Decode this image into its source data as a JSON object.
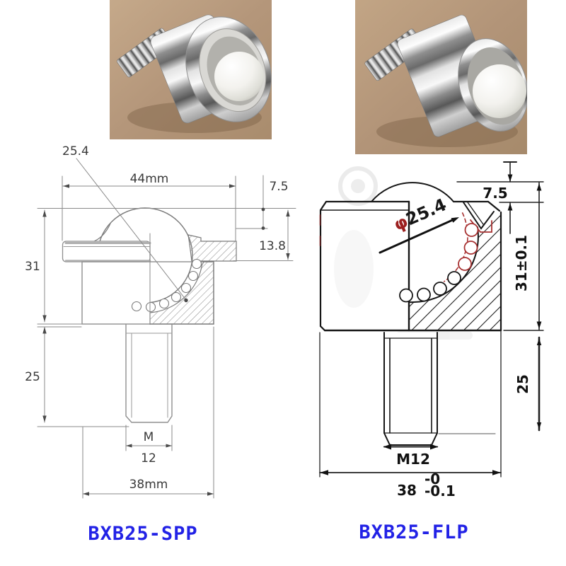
{
  "spp": {
    "model": "BXB25-SPP",
    "dims": {
      "ball_diameter": "25.4",
      "overall_width": "44mm",
      "ball_protrusion": "7.5",
      "flange_height": "13.8",
      "body_height": "31",
      "thread_length": "25",
      "thread_prefix": "M",
      "thread_diameter": "12",
      "body_width": "38mm"
    }
  },
  "flp": {
    "model": "BXB25-FLP",
    "dims": {
      "ball_protrusion": "7.5",
      "phi": "φ",
      "ball_diameter": "25.4",
      "overall_height": "31±0.1",
      "thread_length": "25",
      "thread_spec": "M12",
      "body_width": "38",
      "tol_upper": "-0",
      "tol_lower": "-0.1"
    }
  },
  "colors": {
    "label_blue": "#2222e6",
    "line_gray": "#8a8a8a",
    "line_dark": "#161616",
    "accent_red": "#a83232",
    "photo_background": "#b69878",
    "ball_white": "#f4f3ef"
  }
}
